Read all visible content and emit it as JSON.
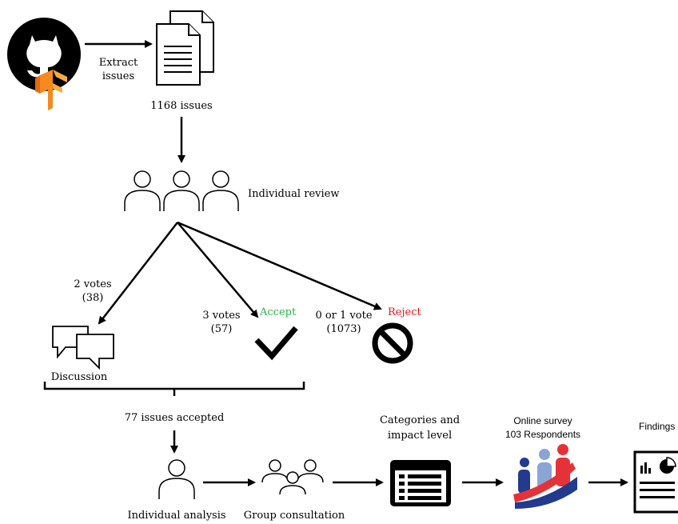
{
  "colors": {
    "accept": "#2db04b",
    "reject": "#e3161c",
    "tf_orange": "#f58a1f",
    "survey_blue": "#233b8e",
    "survey_red": "#e53238",
    "survey_lightblue": "#8aa4d6",
    "line": "#000000"
  },
  "icons": {
    "github": "github-icon",
    "tensorflow": "tensorflow-icon",
    "documents": "documents-icon",
    "reviewers": "three-people-icon",
    "discussion": "speech-bubbles-icon",
    "accept": "checkmark-icon",
    "reject": "prohibited-icon",
    "individual": "person-icon",
    "group": "group-icon",
    "categories": "list-window-icon",
    "survey": "survey-people-icon",
    "findings": "report-icon"
  },
  "labels": {
    "extract_line1": "Extract",
    "extract_line2": "issues",
    "issue_count": "1168 issues",
    "individual_review": "Individual review",
    "two_votes": "2 votes",
    "two_votes_count": "(38)",
    "three_votes": "3 votes",
    "three_votes_count": "(57)",
    "accept": "Accept",
    "zero_one_vote": "0 or 1 vote",
    "zero_one_count": "(1073)",
    "reject": "Reject",
    "discussion": "Discussion",
    "accepted": "77 issues accepted",
    "individual_analysis": "Individual analysis",
    "group_consultation": "Group consultation",
    "categories_line1": "Categories and",
    "categories_line2": "impact level",
    "survey_line1": "Online survey",
    "survey_line2": "103 Respondents",
    "findings": "Findings"
  }
}
